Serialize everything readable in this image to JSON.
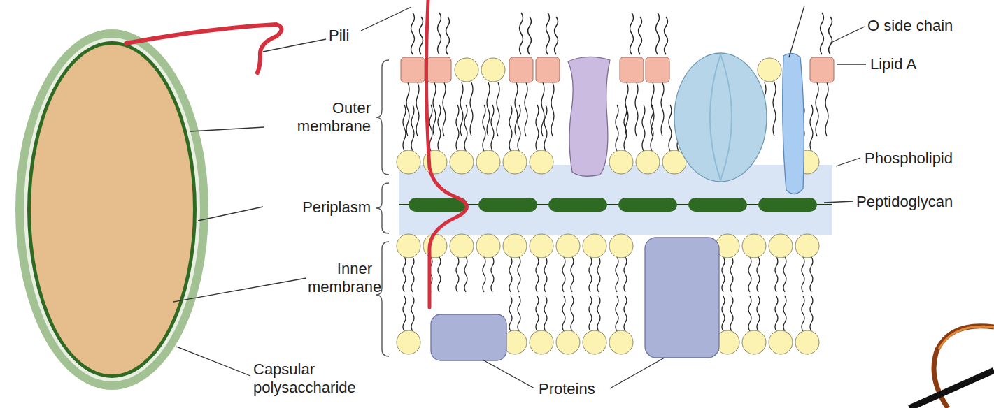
{
  "diagram": {
    "labels": [
      "Pili",
      "O side chain",
      "Lipid A",
      "Outer membrane",
      "Phospholipid",
      "Periplasm",
      "Peptidoglycan",
      "Inner membrane",
      "Capsular polysaccharide",
      "Proteins"
    ]
  }
}
